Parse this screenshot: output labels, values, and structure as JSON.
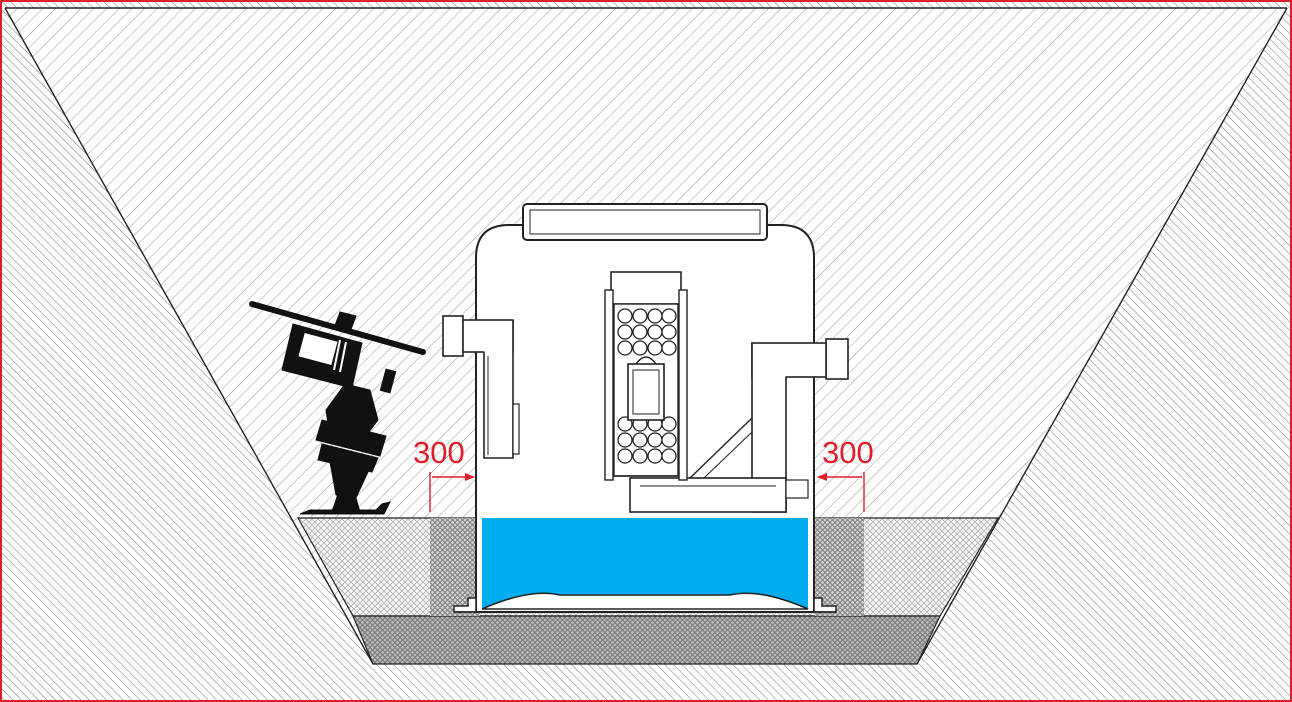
{
  "dimensions": {
    "left_clearance": "300",
    "right_clearance": "300"
  },
  "colors": {
    "frame": "#e01e2b",
    "dimension": "#e01e2b",
    "water": "#00aeef",
    "outline": "#222222",
    "backfill_pattern": "#9a9a9a",
    "concrete_base": "#a6a6a6"
  },
  "icons": {
    "compactor": "plate-compactor-icon",
    "tank": "separator-tank",
    "filter": "coalescing-filter-cartridge"
  }
}
